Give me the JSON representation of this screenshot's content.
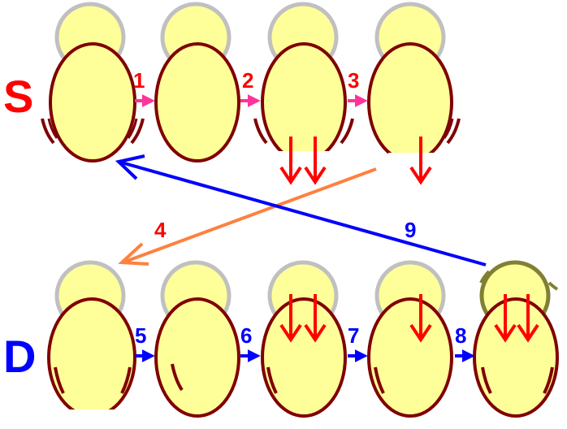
{
  "colors": {
    "cell_fill": "#ffff99",
    "cell_stroke": "#800000",
    "bud_fill": "#ffff99",
    "bud_stroke": "#c0c0c0",
    "bud_stroke_last": "#808033",
    "s_label": "#ff0000",
    "d_label": "#0000ff",
    "step_red": "#ff0000",
    "step_blue": "#0000ff",
    "small_arrow_top": "#ff3399",
    "small_arrow_bottom": "#0000ff",
    "force_arrow": "#ff0000",
    "arrow_4": "#ff8040",
    "arrow_9": "#0000ff"
  },
  "labels": {
    "s": "S",
    "d": "D"
  },
  "steps": {
    "s1": "1",
    "s2": "2",
    "s3": "3",
    "s4": "4",
    "s5": "5",
    "s6": "6",
    "s7": "7",
    "s8": "8",
    "s9": "9"
  }
}
